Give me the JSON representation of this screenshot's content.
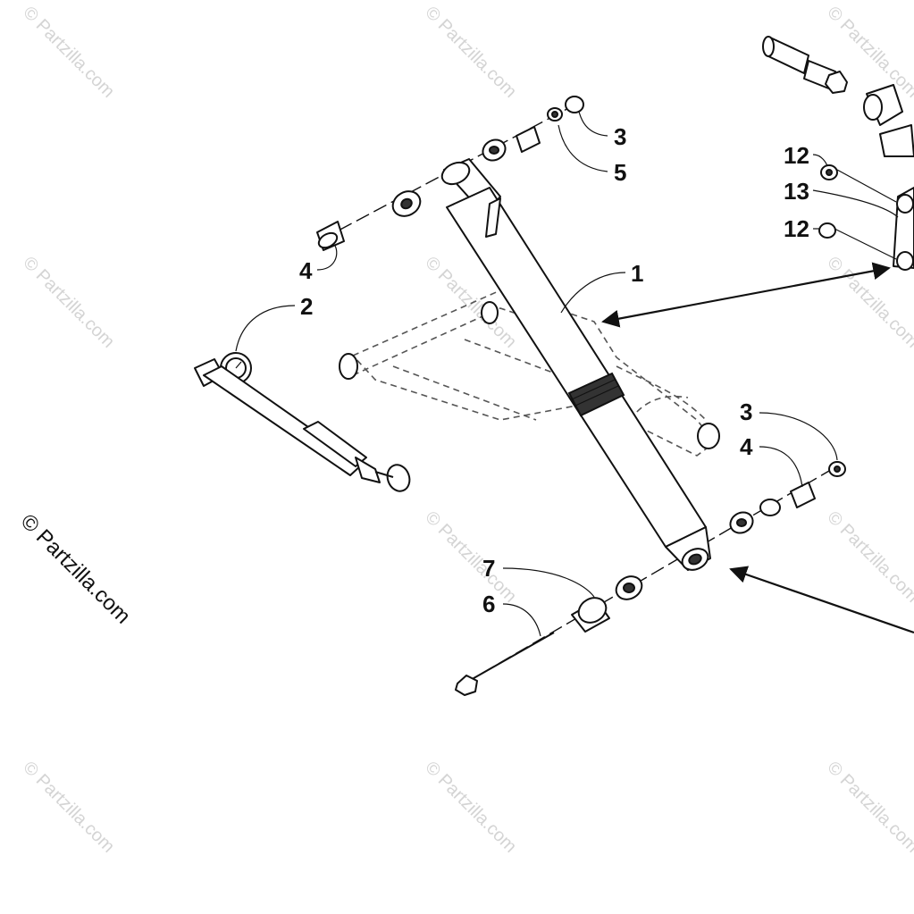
{
  "diagram": {
    "copyright_main": "© Partzilla.com",
    "watermark_text": "© Partzilla.com",
    "callouts": {
      "c1": "1",
      "c2": "2",
      "c3_top": "3",
      "c5": "5",
      "c4_top": "4",
      "c3_right": "3",
      "c4_right": "4",
      "c7": "7",
      "c6": "6",
      "c12_top": "12",
      "c13": "13",
      "c12_bottom": "12"
    }
  }
}
